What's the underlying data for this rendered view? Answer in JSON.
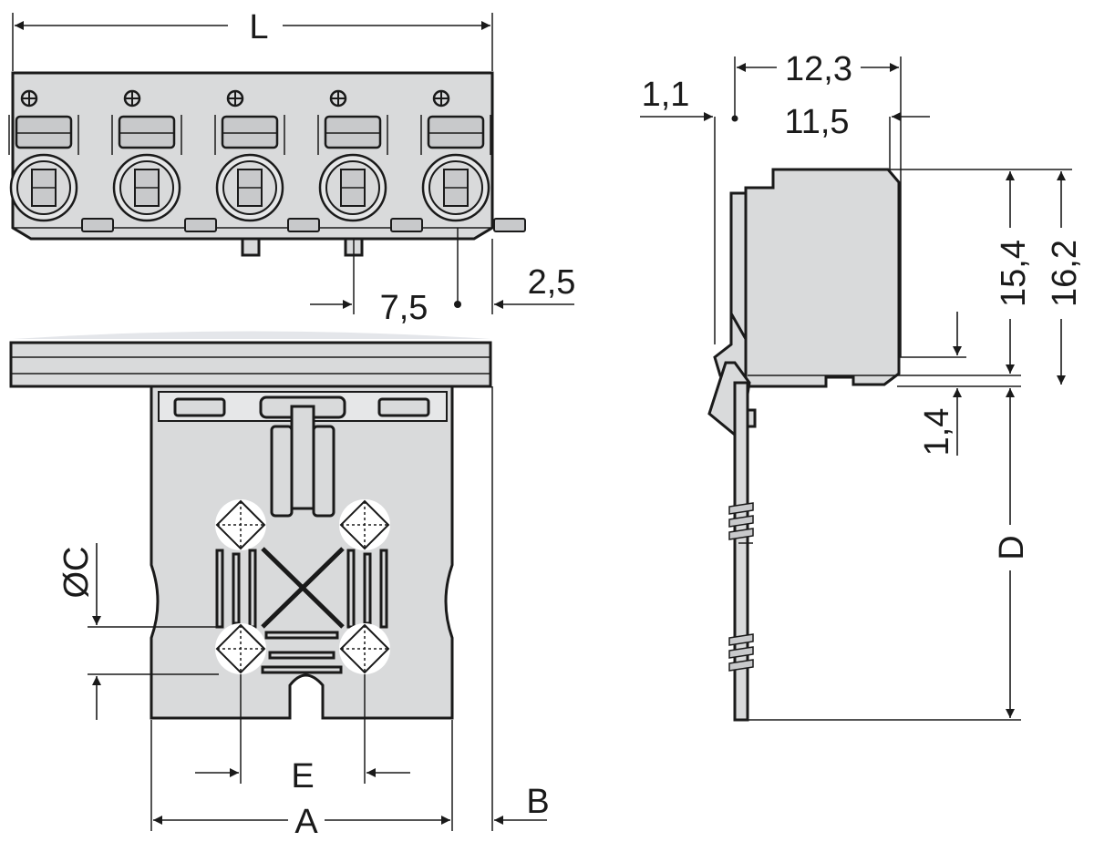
{
  "figure": {
    "type": "connector-dimension-drawing",
    "colors": {
      "part_fill": "#d9dadb",
      "line": "#1a1a1a",
      "background": "#ffffff"
    },
    "dimensions": {
      "L": "L",
      "pitch": "7,5",
      "offset": "2,5",
      "depth_total": "12,3",
      "wall": "1,1",
      "depth_inner": "11,5",
      "height_inner": "15,4",
      "height_total": "16,2",
      "flange": "1,4",
      "pin_length": "D",
      "hole_dia": "ØC",
      "hole_spacing": "E",
      "width_a": "A",
      "width_b": "B"
    }
  }
}
